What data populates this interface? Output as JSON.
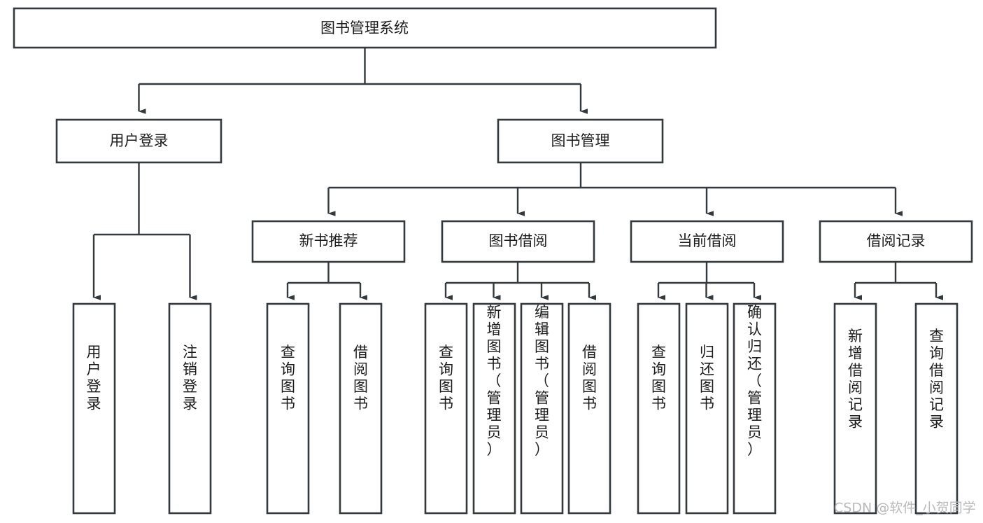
{
  "diagram": {
    "title": "图书管理系统",
    "type": "tree-hierarchy-diagram",
    "colors": {
      "stroke": "#33393d",
      "fill": "#ffffff",
      "text": "#1b1b1b",
      "watermark": "#b9b9b9"
    },
    "root": {
      "label": "图书管理系统"
    },
    "level2": [
      {
        "label": "用户登录"
      },
      {
        "label": "图书管理"
      }
    ],
    "level3": [
      {
        "label": "新书推荐"
      },
      {
        "label": "图书借阅"
      },
      {
        "label": "当前借阅"
      },
      {
        "label": "借阅记录"
      }
    ],
    "leaves": {
      "user_login": [
        {
          "label": "用户登录"
        },
        {
          "label": "注销登录"
        }
      ],
      "new_book_recommend": [
        {
          "label": "查询图书"
        },
        {
          "label": "借阅图书"
        }
      ],
      "book_borrow": [
        {
          "label": "查询图书"
        },
        {
          "label": "新增图书（管理员）"
        },
        {
          "label": "编辑图书（管理员）"
        },
        {
          "label": "借阅图书"
        }
      ],
      "current_borrow": [
        {
          "label": "查询图书"
        },
        {
          "label": "归还图书"
        },
        {
          "label": "确认归还（管理员）"
        }
      ],
      "borrow_record": [
        {
          "label": "新增借阅记录"
        },
        {
          "label": "查询借阅记录"
        }
      ]
    }
  },
  "watermark": {
    "text": "CSDN @软件_小贺同学"
  }
}
